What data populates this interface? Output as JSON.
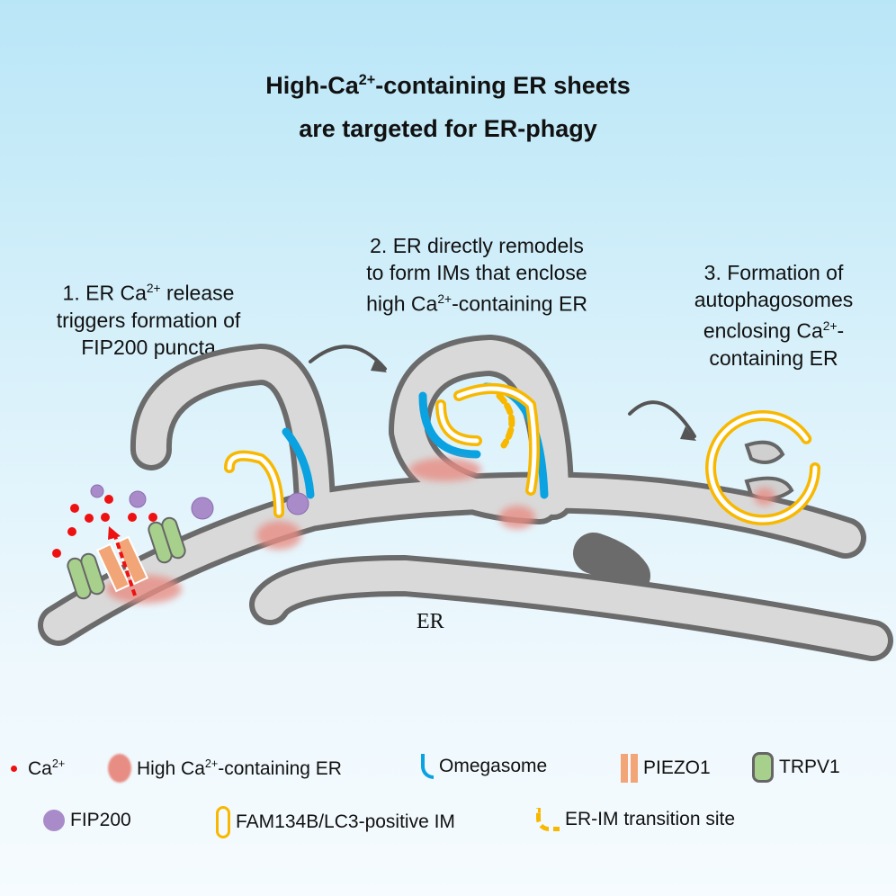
{
  "title": {
    "line1_pre": "High-Ca",
    "line1_sup": "2+",
    "line1_post": "-containing ER sheets",
    "line2": "are targeted for ER-phagy"
  },
  "steps": [
    {
      "a": "1. ER Ca",
      "sup": "2+",
      "b": " release",
      "c": "triggers formation of",
      "d": "FIP200 puncta"
    },
    {
      "a": "2. ER directly remodels",
      "b": "to form IMs that enclose",
      "c": "high Ca",
      "sup": "2+",
      "d": "-containing ER"
    },
    {
      "a": "3. Formation of",
      "b": "autophagosomes",
      "c": "enclosing Ca",
      "sup": "2+",
      "d": "-",
      "e": "containing ER"
    }
  ],
  "er_label": "ER",
  "legend": {
    "ca": "Ca",
    "ca_sup": "2+",
    "high_pre": "High Ca",
    "high_sup": "2+",
    "high_post": "-containing ER",
    "omegasome": "Omegasome",
    "piezo1": "PIEZO1",
    "trpv1": "TRPV1",
    "fip200": "FIP200",
    "im": "FAM134B/LC3-positive IM",
    "transition": "ER-IM transition site"
  },
  "colors": {
    "er_fill": "#d9d9d9",
    "er_outline": "#6b6b6b",
    "omegasome": "#0aa2e0",
    "im": "#f8b800",
    "ca": "#ee1111",
    "high_ca": "#e88d84",
    "fip200": "#a98bc9",
    "piezo1": "#f2a577",
    "trpv1": "#a8d08d"
  }
}
